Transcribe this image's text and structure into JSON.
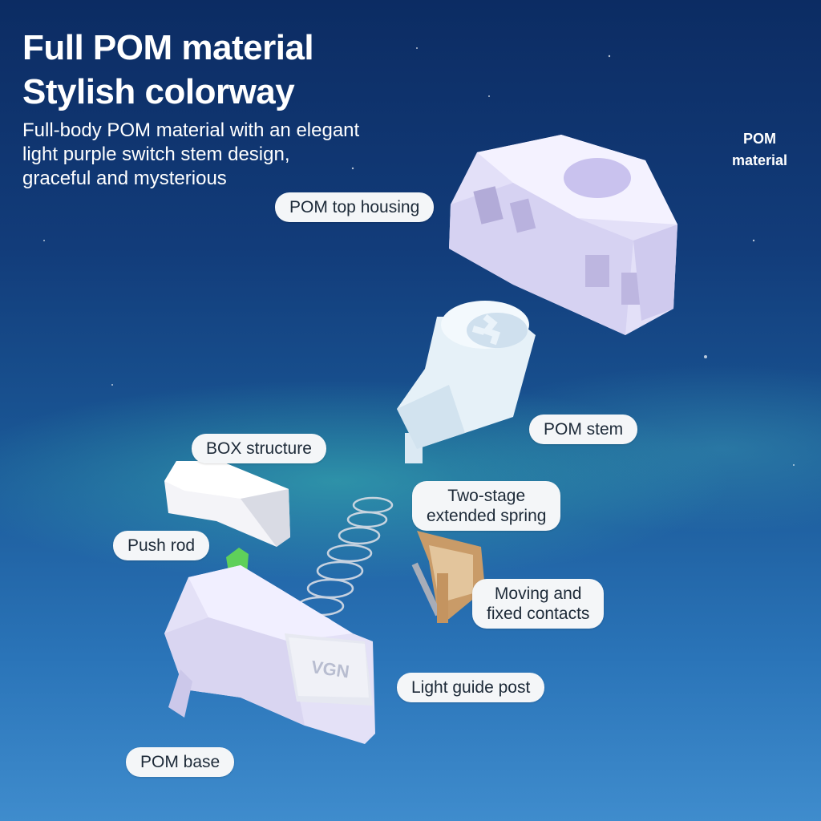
{
  "title_lines": [
    "Full POM material",
    "Stylish colorway"
  ],
  "subtitle_lines": [
    "Full-body POM material with an elegant",
    "light purple switch stem design,",
    "graceful and mysterious"
  ],
  "pom_note_lines": [
    "POM",
    "material"
  ],
  "labels": {
    "top_housing": "POM top housing",
    "stem": "POM stem",
    "box_structure": "BOX structure",
    "spring_line1": "Two-stage",
    "spring_line2": "extended spring",
    "push_rod": "Push rod",
    "contacts_line1": "Moving and",
    "contacts_line2": "fixed contacts",
    "light_guide": "Light guide post",
    "base": "POM base"
  },
  "logo_text": "VGN",
  "colors": {
    "housing": "#e8e6fb",
    "stem": "#eef6fb",
    "push_rod": "#5fd05a",
    "contacts": "#c99b68"
  }
}
